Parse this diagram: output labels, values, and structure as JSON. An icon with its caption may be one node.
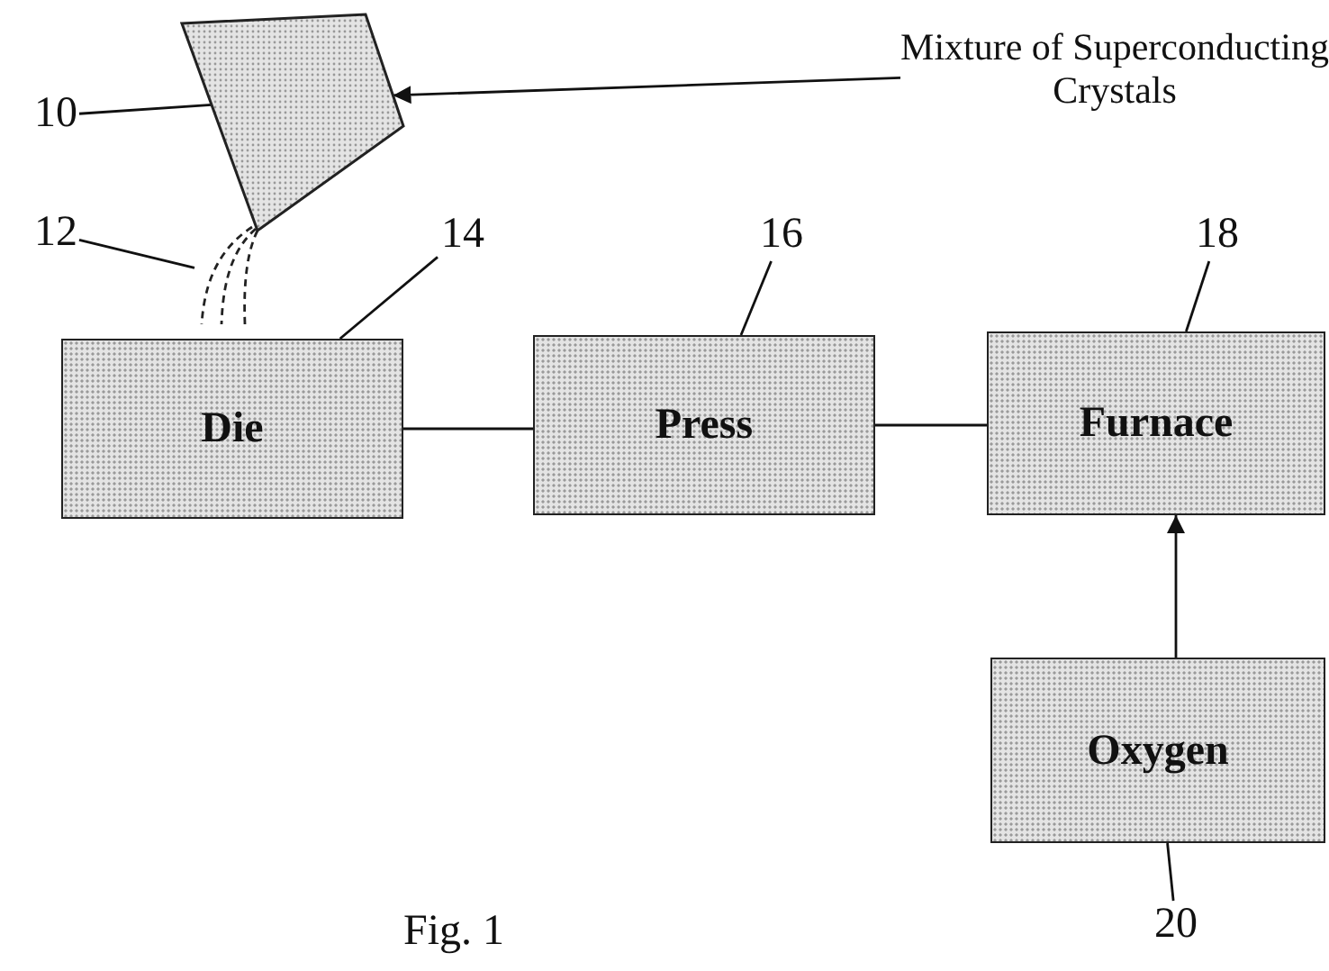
{
  "diagram": {
    "caption": "Fig. 1",
    "nodes": [
      {
        "text": [
          "Mixture of Superconducting Crystals"
        ]
      },
      {
        "text": [],
        "shape": "picture"
      },
      {
        "text": [
          "Die"
        ]
      },
      {
        "text": [
          "Press"
        ]
      },
      {
        "text": [
          "Furnace"
        ]
      },
      {
        "text": [
          "Oxygen"
        ]
      },
      {
        "text": [
          "10"
        ]
      },
      {
        "text": [
          "12"
        ]
      },
      {
        "text": [],
        "shape": "picture"
      },
      {
        "text": [
          "14"
        ]
      },
      {
        "text": [
          "16"
        ]
      },
      {
        "text": [
          "18"
        ]
      },
      {
        "text": [
          "20"
        ]
      }
    ],
    "edges": [
      {
        "from": 0,
        "to": 1,
        "arrow": "to"
      },
      {
        "from": 6,
        "to": 1,
        "arrow": "none"
      },
      {
        "from": 7,
        "to": 8,
        "arrow": "none"
      },
      {
        "from": 9,
        "to": 2,
        "arrow": "none"
      },
      {
        "from": 10,
        "to": 3,
        "arrow": "none"
      },
      {
        "from": 11,
        "to": 4,
        "arrow": "none"
      },
      {
        "from": 12,
        "to": 5,
        "arrow": "none"
      },
      {
        "from": 2,
        "to": 3,
        "arrow": "none"
      },
      {
        "from": 3,
        "to": 4,
        "arrow": "none"
      },
      {
        "from": 5,
        "to": 4,
        "arrow": "to"
      }
    ]
  }
}
